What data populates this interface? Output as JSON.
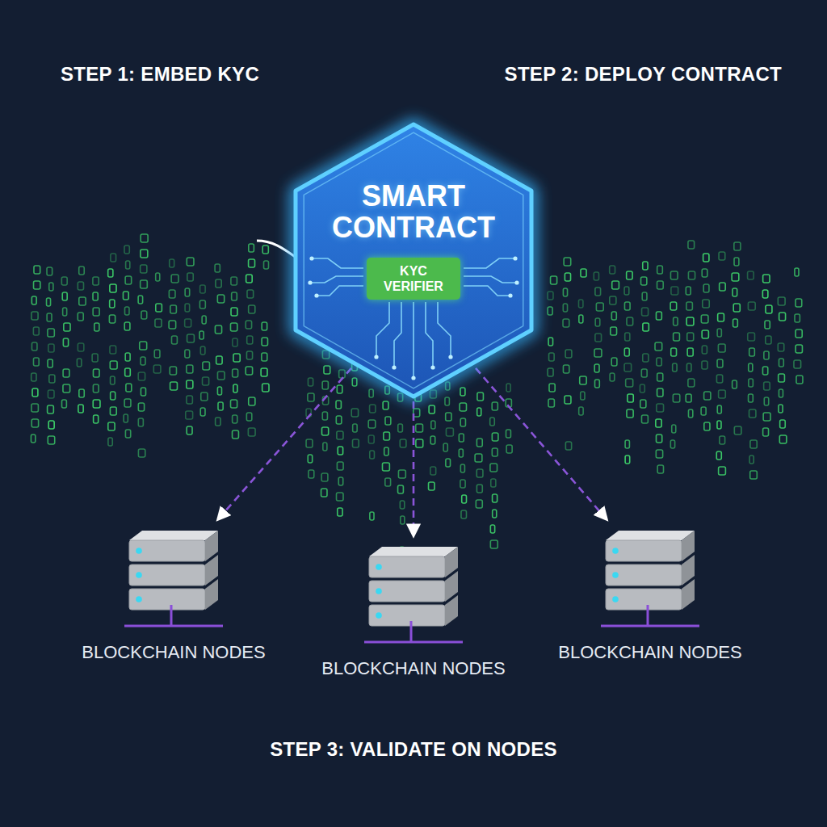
{
  "diagram": {
    "nodes": [
      {
        "text": [
          "SMART CONTRACT"
        ]
      },
      {
        "text": [
          "KYC VERIFIER"
        ],
        "in": 0
      },
      {
        "text": [
          "BLOCKCHAIN NODES"
        ]
      },
      {
        "text": [
          "BLOCKCHAIN NODES"
        ]
      },
      {
        "text": [
          "BLOCKCHAIN NODES"
        ]
      }
    ],
    "edges": [
      {
        "from": 0,
        "to": 2,
        "arrow": "to"
      },
      {
        "from": 0,
        "to": 3,
        "arrow": "to"
      },
      {
        "from": 0,
        "to": 4,
        "arrow": "to"
      }
    ],
    "labels": [
      "STEP 1: EMBED KYC",
      "STEP 2: DEPLOY CONTRACT",
      "STEP 3: VALIDATE ON NODES"
    ]
  }
}
